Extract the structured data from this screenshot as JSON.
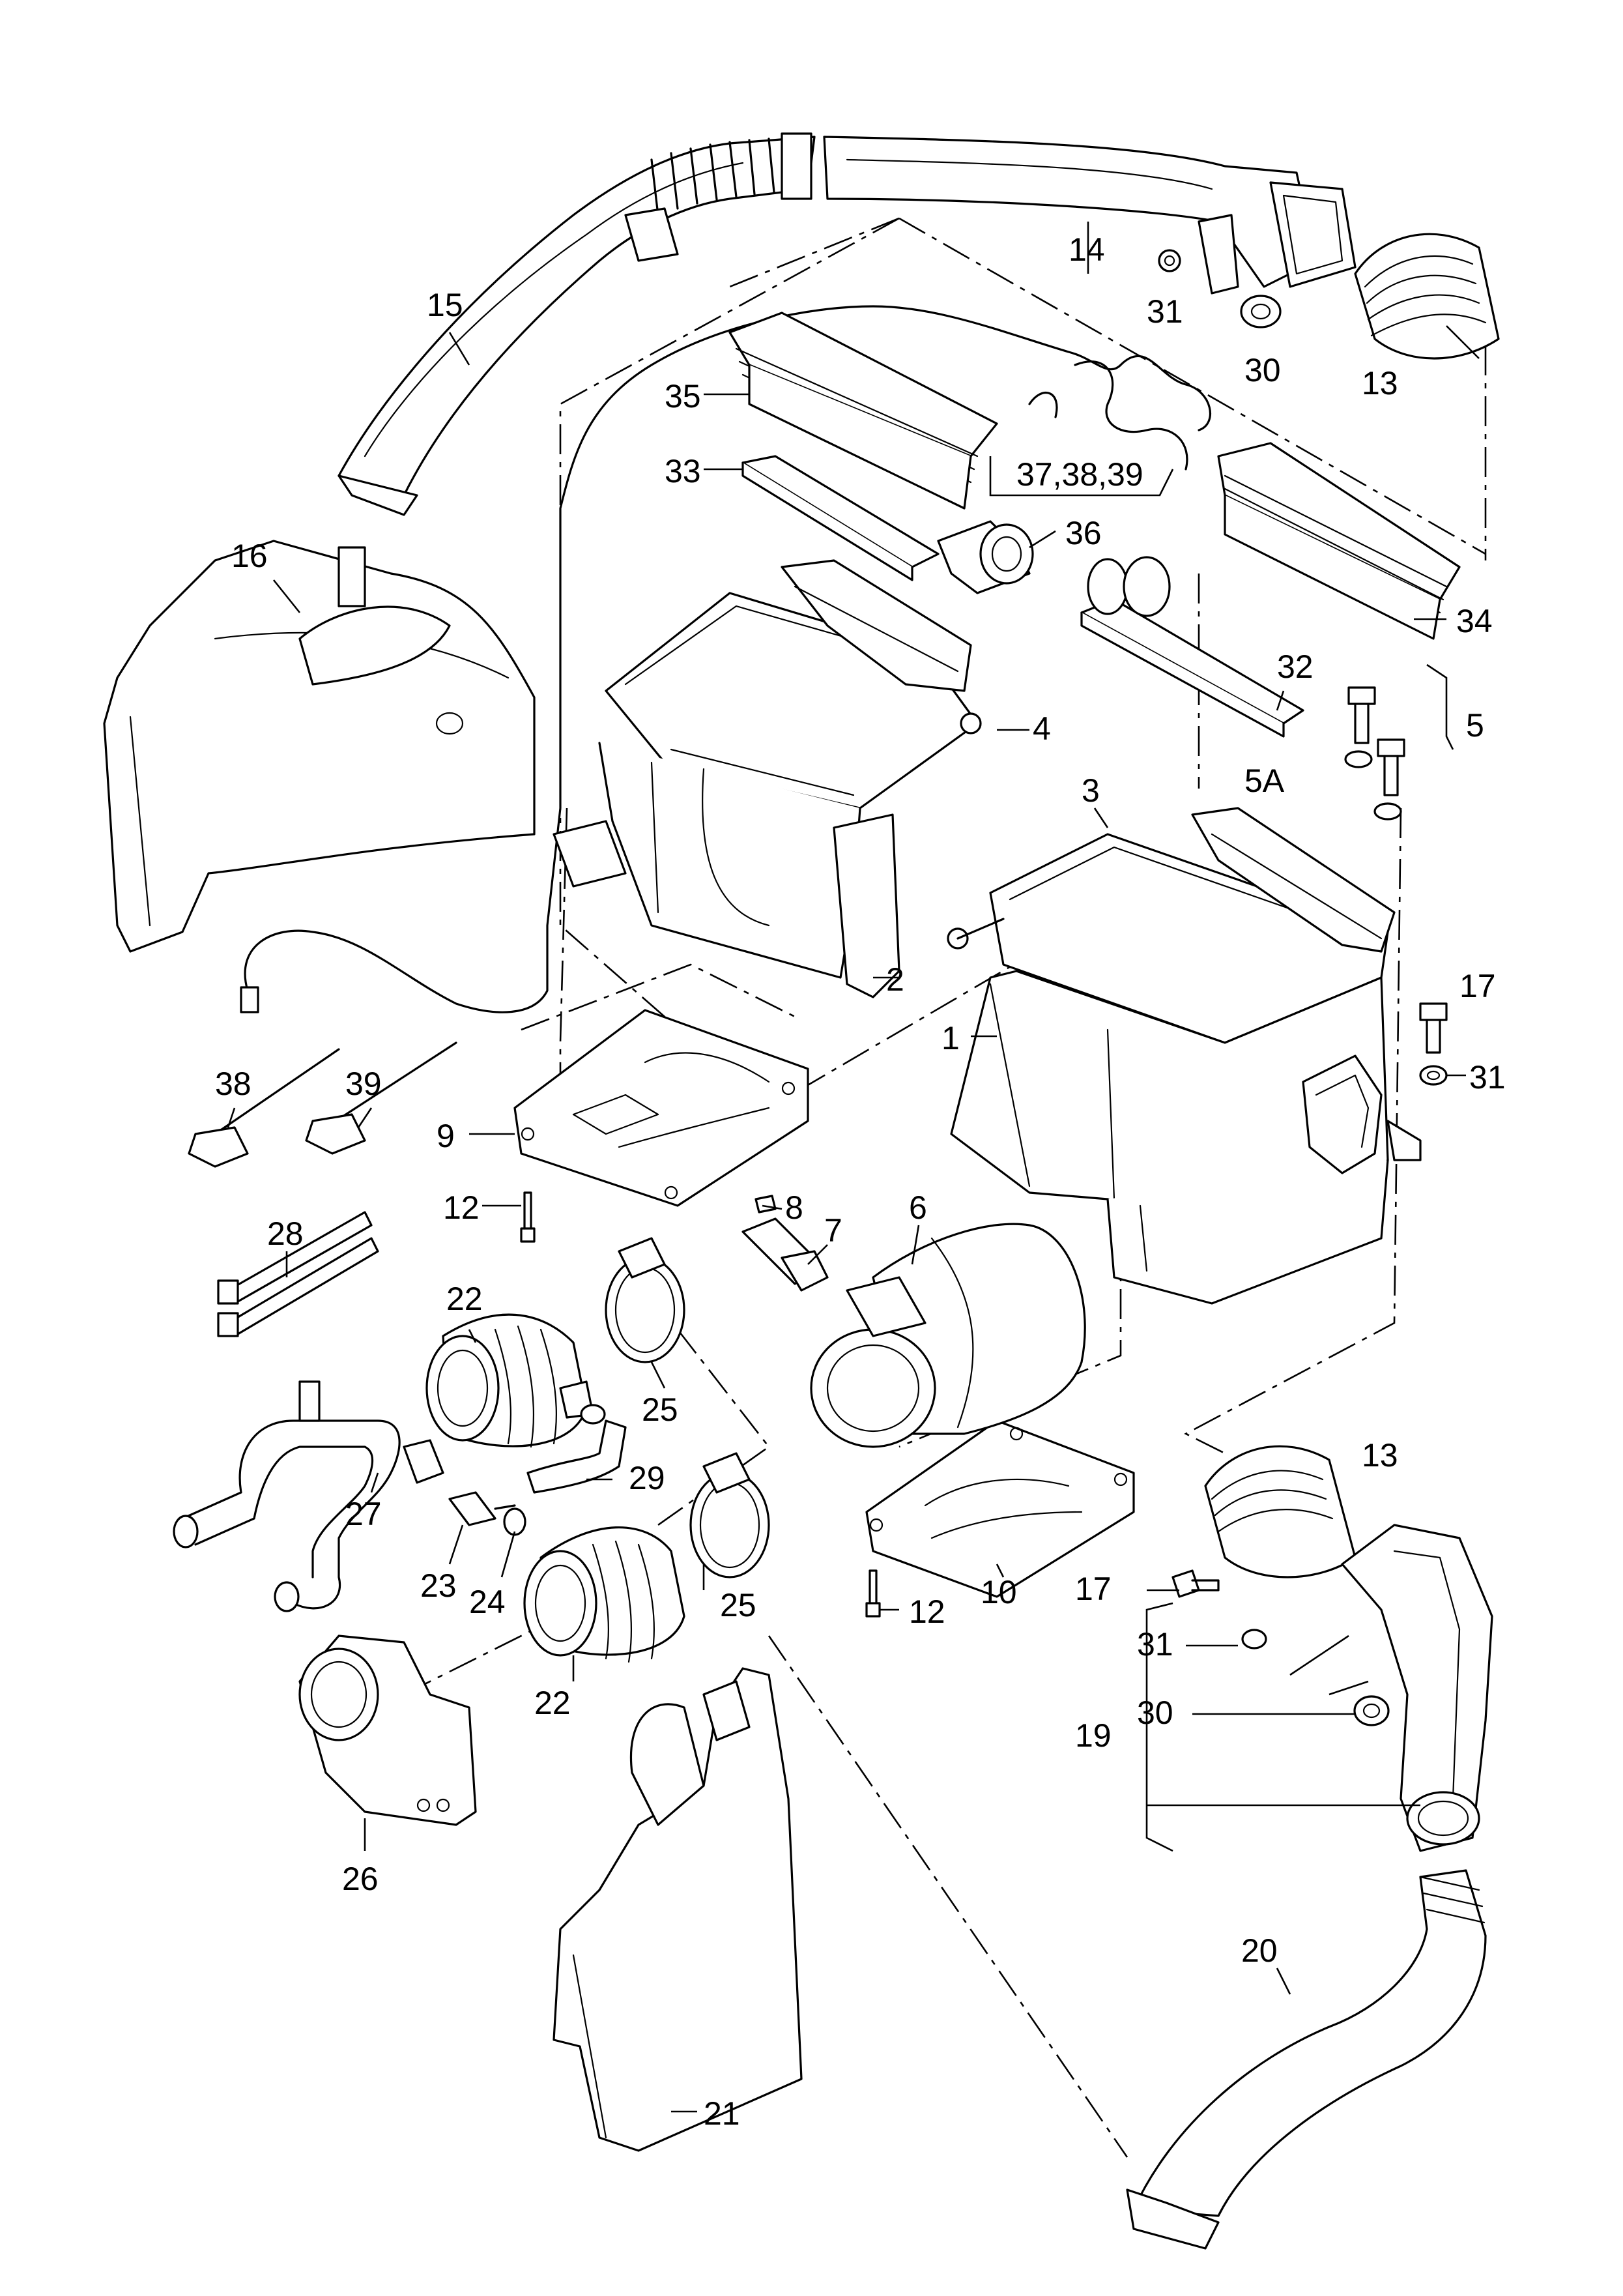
{
  "diagram": {
    "labels": [
      {
        "id": "c1",
        "text": "1"
      },
      {
        "id": "c2",
        "text": "2"
      },
      {
        "id": "c3",
        "text": "3"
      },
      {
        "id": "c4",
        "text": "4"
      },
      {
        "id": "c5",
        "text": "5"
      },
      {
        "id": "c5a",
        "text": "5A"
      },
      {
        "id": "c6",
        "text": "6"
      },
      {
        "id": "c7",
        "text": "7"
      },
      {
        "id": "c8",
        "text": "8"
      },
      {
        "id": "c9",
        "text": "9"
      },
      {
        "id": "c10",
        "text": "10"
      },
      {
        "id": "c12a",
        "text": "12"
      },
      {
        "id": "c12b",
        "text": "12"
      },
      {
        "id": "c13a",
        "text": "13"
      },
      {
        "id": "c13b",
        "text": "13"
      },
      {
        "id": "c14",
        "text": "14"
      },
      {
        "id": "c15",
        "text": "15"
      },
      {
        "id": "c16",
        "text": "16"
      },
      {
        "id": "c17a",
        "text": "17"
      },
      {
        "id": "c17b",
        "text": "17"
      },
      {
        "id": "c19",
        "text": "19"
      },
      {
        "id": "c20",
        "text": "20"
      },
      {
        "id": "c21",
        "text": "21"
      },
      {
        "id": "c22a",
        "text": "22"
      },
      {
        "id": "c22b",
        "text": "22"
      },
      {
        "id": "c23",
        "text": "23"
      },
      {
        "id": "c24",
        "text": "24"
      },
      {
        "id": "c25a",
        "text": "25"
      },
      {
        "id": "c25b",
        "text": "25"
      },
      {
        "id": "c26",
        "text": "26"
      },
      {
        "id": "c27",
        "text": "27"
      },
      {
        "id": "c28",
        "text": "28"
      },
      {
        "id": "c29",
        "text": "29"
      },
      {
        "id": "c30a",
        "text": "30"
      },
      {
        "id": "c30b",
        "text": "30"
      },
      {
        "id": "c31a",
        "text": "31"
      },
      {
        "id": "c31b",
        "text": "31"
      },
      {
        "id": "c31c",
        "text": "31"
      },
      {
        "id": "c32",
        "text": "32"
      },
      {
        "id": "c33",
        "text": "33"
      },
      {
        "id": "c34",
        "text": "34"
      },
      {
        "id": "c35",
        "text": "35"
      },
      {
        "id": "c36",
        "text": "36"
      },
      {
        "id": "c37",
        "text": "37,38,39"
      },
      {
        "id": "c38",
        "text": "38"
      },
      {
        "id": "c39",
        "text": "39"
      }
    ]
  }
}
